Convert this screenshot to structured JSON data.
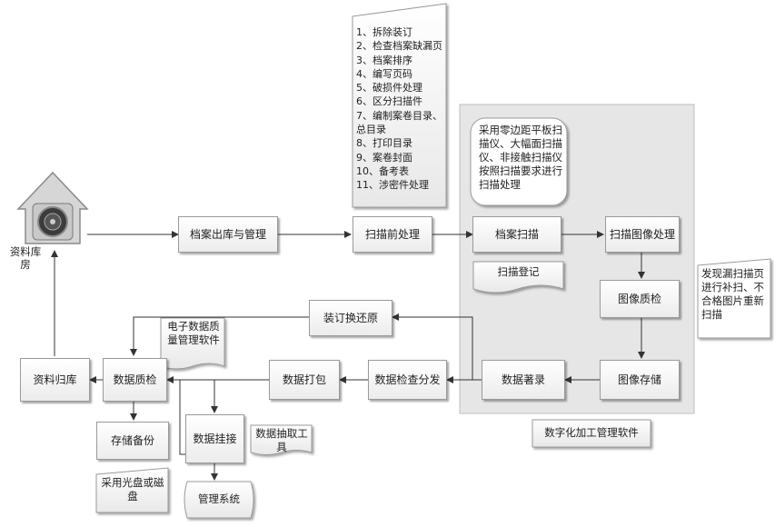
{
  "diagram": {
    "warehouse_label": "资料库房",
    "pre_process_steps": "1、拆除装订\n2、检查档案缺漏页\n3、档案排序\n4、编写页码\n5、破损件处理\n6、区分扫描件\n7、编制案卷目录、总目录\n8、打印目录\n9、案卷封面\n10、备考表\n11、涉密件处理",
    "nodes": {
      "archive_out": "档案出库与管理",
      "pre_scan": "扫描前处理",
      "scan": "档案扫描",
      "image_process": "扫描图像处理",
      "scan_register": "扫描登记",
      "image_qc": "图像质检",
      "image_store": "图像存储",
      "data_catalog": "数据著录",
      "data_check": "数据检查分发",
      "data_pack": "数据打包",
      "data_qc": "数据质检",
      "return_archive": "资料归库",
      "storage_backup": "存储备份",
      "data_mount": "数据挂接",
      "mgmt_system": "管理系统",
      "rebind": "装订换还原"
    },
    "notes": {
      "scanner_note": "采用零边距平板扫描仪、大幅面扫描仪、非接触扫描仪按照扫描要求进行扫描处理",
      "rescan_note": "发现漏扫描页进行补扫、不合格图片重新扫描",
      "qc_software": "电子数据质量管理软件",
      "extract_tool": "数据抽取工具",
      "disc_note": "采用光盘或磁盘",
      "digital_software": "数字化加工管理软件"
    }
  }
}
